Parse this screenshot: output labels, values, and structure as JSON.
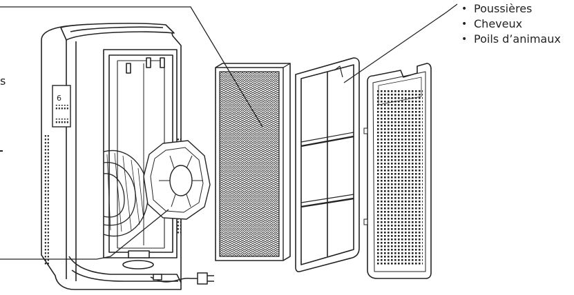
{
  "labels": {
    "items": [
      "Poussières",
      "Cheveux",
      "Poils d’animaux"
    ],
    "bullet": "•"
  },
  "edge_text": "s",
  "colors": {
    "line": "#222222",
    "background": "#ffffff"
  }
}
